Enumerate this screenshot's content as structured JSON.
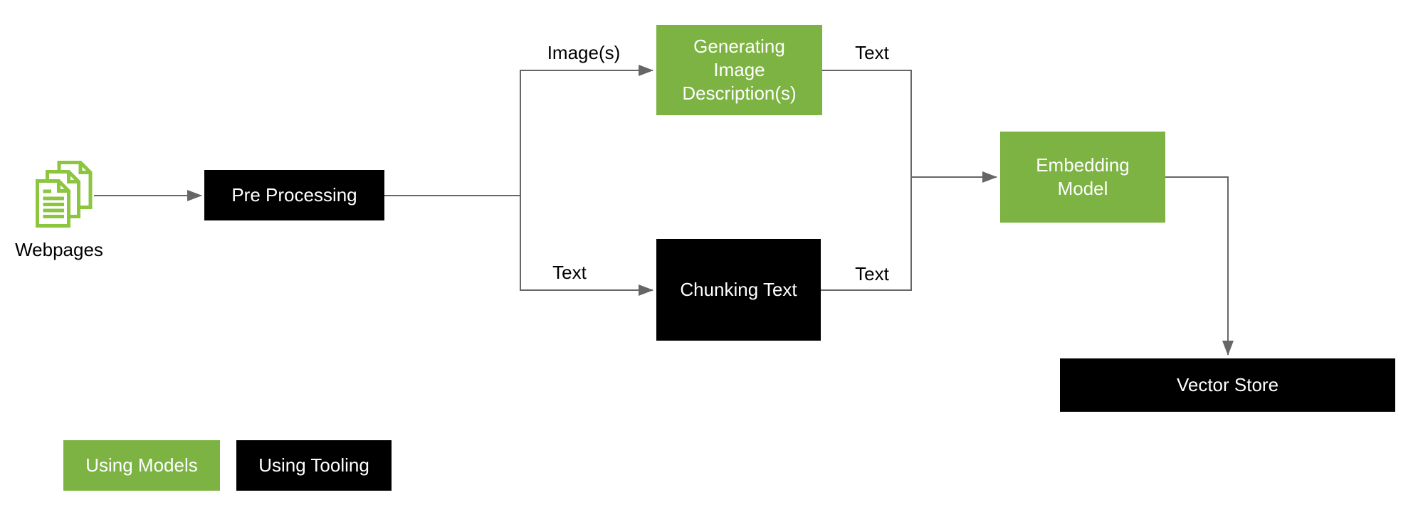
{
  "diagram": {
    "background": "#ffffff",
    "colors": {
      "model_green": "#7cb342",
      "tooling_black": "#000000",
      "icon_green": "#8cc63f",
      "connector_gray": "#666666",
      "box_text": "#ffffff",
      "label_text": "#000000"
    },
    "nodes": {
      "webpages": {
        "label": "Webpages",
        "icon": "stacked-documents-icon"
      },
      "pre_processing": {
        "label": "Pre Processing",
        "category": "tooling"
      },
      "generating_image_descriptions": {
        "label": "Generating Image Description(s)",
        "category": "model"
      },
      "chunking_text": {
        "label": "Chunking Text",
        "category": "tooling"
      },
      "embedding_model": {
        "label": "Embedding Model",
        "category": "model"
      },
      "vector_store": {
        "label": "Vector Store",
        "category": "tooling"
      }
    },
    "edges": [
      {
        "from": "webpages",
        "to": "pre_processing",
        "label": ""
      },
      {
        "from": "pre_processing",
        "to": "generating_image_descriptions",
        "label": "Image(s)"
      },
      {
        "from": "pre_processing",
        "to": "chunking_text",
        "label": "Text"
      },
      {
        "from": "generating_image_descriptions",
        "to": "embedding_model",
        "label": "Text"
      },
      {
        "from": "chunking_text",
        "to": "embedding_model",
        "label": "Text"
      },
      {
        "from": "embedding_model",
        "to": "vector_store",
        "label": ""
      }
    ],
    "legend": {
      "models": {
        "label": "Using Models"
      },
      "tooling": {
        "label": "Using Tooling"
      }
    }
  }
}
